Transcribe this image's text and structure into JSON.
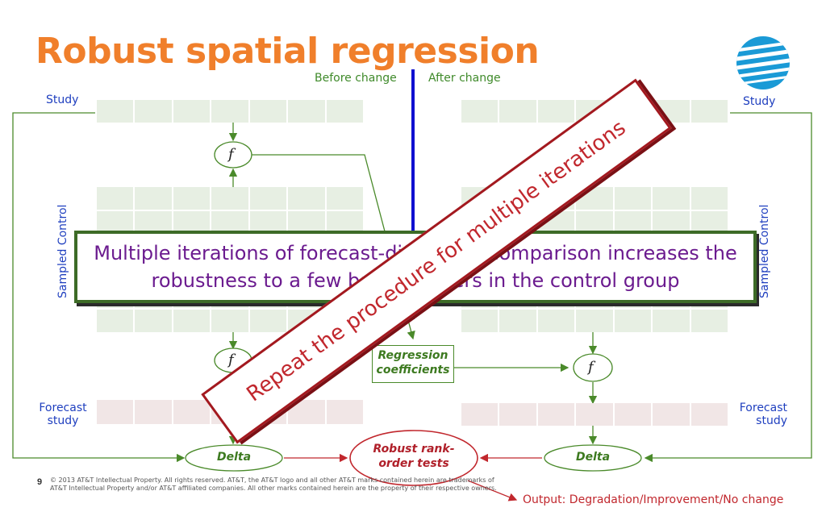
{
  "slide": {
    "title": "Robust spatial regression",
    "page_number": "9",
    "footer": "© 2013 AT&T Intellectual Property. All rights reserved. AT&T, the AT&T logo and all other AT&T marks contained herein are trademarks of AT&T Intellectual Property and/or AT&T affiliated companies. All other marks contained herein are the property of their respective owners."
  },
  "labels": {
    "before_change": "Before change",
    "after_change": "After change",
    "study_left": "Study",
    "study_right": "Study",
    "sampled_control_left": "Sampled Control",
    "sampled_control_right": "Sampled Control",
    "forecast_left_1": "Forecast",
    "forecast_left_2": "study",
    "forecast_right_1": "Forecast",
    "forecast_right_2": "study"
  },
  "nodes": {
    "f_symbol": "f",
    "regression_1": "Regression",
    "regression_2": "coefficients",
    "delta_left": "Delta",
    "delta_right": "Delta",
    "robust_1": "Robust rank-",
    "robust_2": "order tests",
    "output": "Output: Degradation/Improvement/No change"
  },
  "callout": {
    "line1": "Multiple iterations of forecast-difference comparison increases the",
    "line2": "robustness to a few bad members in the control group"
  },
  "banner": {
    "text": "Repeat the procedure for multiple iterations"
  },
  "colors": {
    "title": "#f07f2b",
    "label_blue": "#1f3fbf",
    "green": "#4a8a2a",
    "divider": "#1010d0",
    "red": "#c1272d",
    "purple": "#6b1b8f"
  }
}
